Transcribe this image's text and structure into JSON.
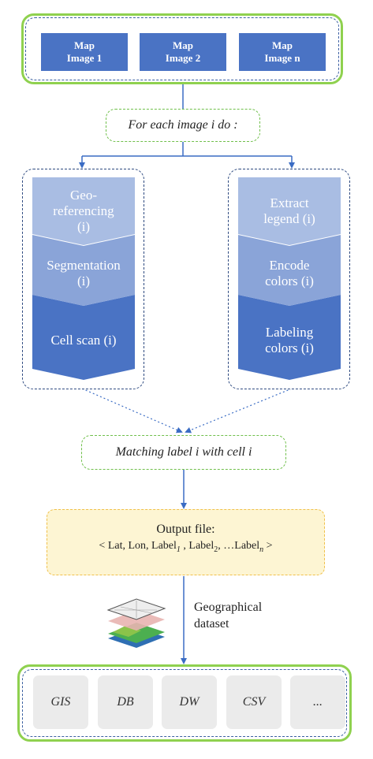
{
  "maps": [
    {
      "line1": "Map",
      "line2": "Image 1"
    },
    {
      "line1": "Map",
      "line2": "Image 2"
    },
    {
      "line1": "Map",
      "line2": "Image n"
    }
  ],
  "loop_label": "For each image i do :",
  "left_steps": [
    {
      "lines": [
        "Geo-",
        "referencing",
        "(i)"
      ],
      "color": "#a9bde3"
    },
    {
      "lines": [
        "Segmentation",
        "(i)"
      ],
      "color": "#8aa4d8"
    },
    {
      "lines": [
        "Cell scan (i)"
      ],
      "color": "#4a73c4"
    }
  ],
  "right_steps": [
    {
      "lines": [
        "Extract",
        "legend (i)"
      ],
      "color": "#a9bde3"
    },
    {
      "lines": [
        "Encode",
        "colors (i)"
      ],
      "color": "#8aa4d8"
    },
    {
      "lines": [
        "Labeling",
        "colors (i)"
      ],
      "color": "#4a73c4"
    }
  ],
  "matching_label": "Matching label i with cell i",
  "output": {
    "title": "Output file:",
    "tuple_start": "< Lat, Lon, Label",
    "sub1": "1",
    "mid1": " , Label",
    "sub2": "2",
    "mid2": ", …Label",
    "subn": "n",
    "tuple_end": " >"
  },
  "dataset_line1": "Geographical",
  "dataset_line2": "dataset",
  "formats": [
    "GIS",
    "DB",
    "DW",
    "CSV",
    "..."
  ],
  "colors": {
    "green_border": "#8fd14f",
    "blue_dark": "#4a73c4",
    "arrow_blue": "#3a6cc4"
  }
}
